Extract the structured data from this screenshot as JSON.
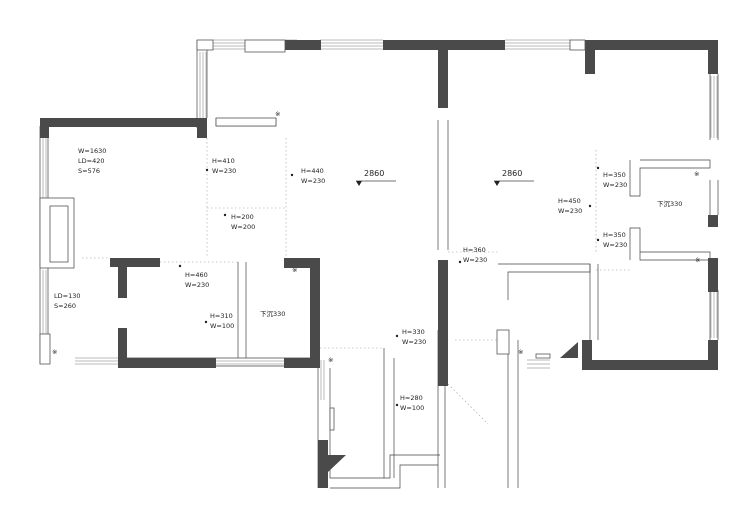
{
  "ceiling_heights": {
    "left": "2860",
    "right": "2860"
  },
  "room_notes": {
    "sunken_right": "下沉330",
    "sunken_left": "下沉330"
  },
  "openings": {
    "o1": {
      "h": "H=410",
      "w": "W=230"
    },
    "o2": {
      "h": "H=440",
      "w": "W=230"
    },
    "o3": {
      "h": "H=200",
      "w": "W=200"
    },
    "o4": {
      "h": "H=460",
      "w": "W=230"
    },
    "o5": {
      "h": "H=310",
      "w": "W=100"
    },
    "o6": {
      "h": "H=330",
      "w": "W=230"
    },
    "o7": {
      "h": "H=280",
      "w": "W=100"
    },
    "o8": {
      "h": "H=350",
      "w": "W=230"
    },
    "o9": {
      "h": "H=450",
      "w": "W=230"
    },
    "o10": {
      "h": "H=350",
      "w": "W=230"
    },
    "o11": {
      "h": "H=360",
      "w": "W=230"
    }
  },
  "windows": {
    "w1": {
      "w": "W=1630",
      "ld": "LD=420",
      "s": "S=576"
    },
    "w2": {
      "ld": "LD=130",
      "s": "S=260"
    }
  },
  "fixture_glyph": "※"
}
